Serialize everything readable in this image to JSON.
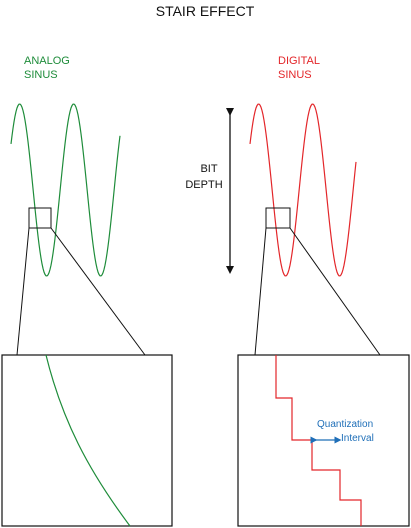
{
  "title": "STAIR EFFECT",
  "analog": {
    "label_line1": "ANALOG",
    "label_line2": "SINUS"
  },
  "digital": {
    "label_line1": "DIGITAL",
    "label_line2": "SINUS"
  },
  "bit_depth": {
    "label_line1": "BIT",
    "label_line2": "DEPTH"
  },
  "quantization": {
    "label_line1": "Quantization",
    "label_line2": "Interval"
  },
  "colors": {
    "analog": "#1e8c3a",
    "digital": "#e3262a",
    "annotation": "#1f6fb8",
    "ink": "#111111"
  }
}
